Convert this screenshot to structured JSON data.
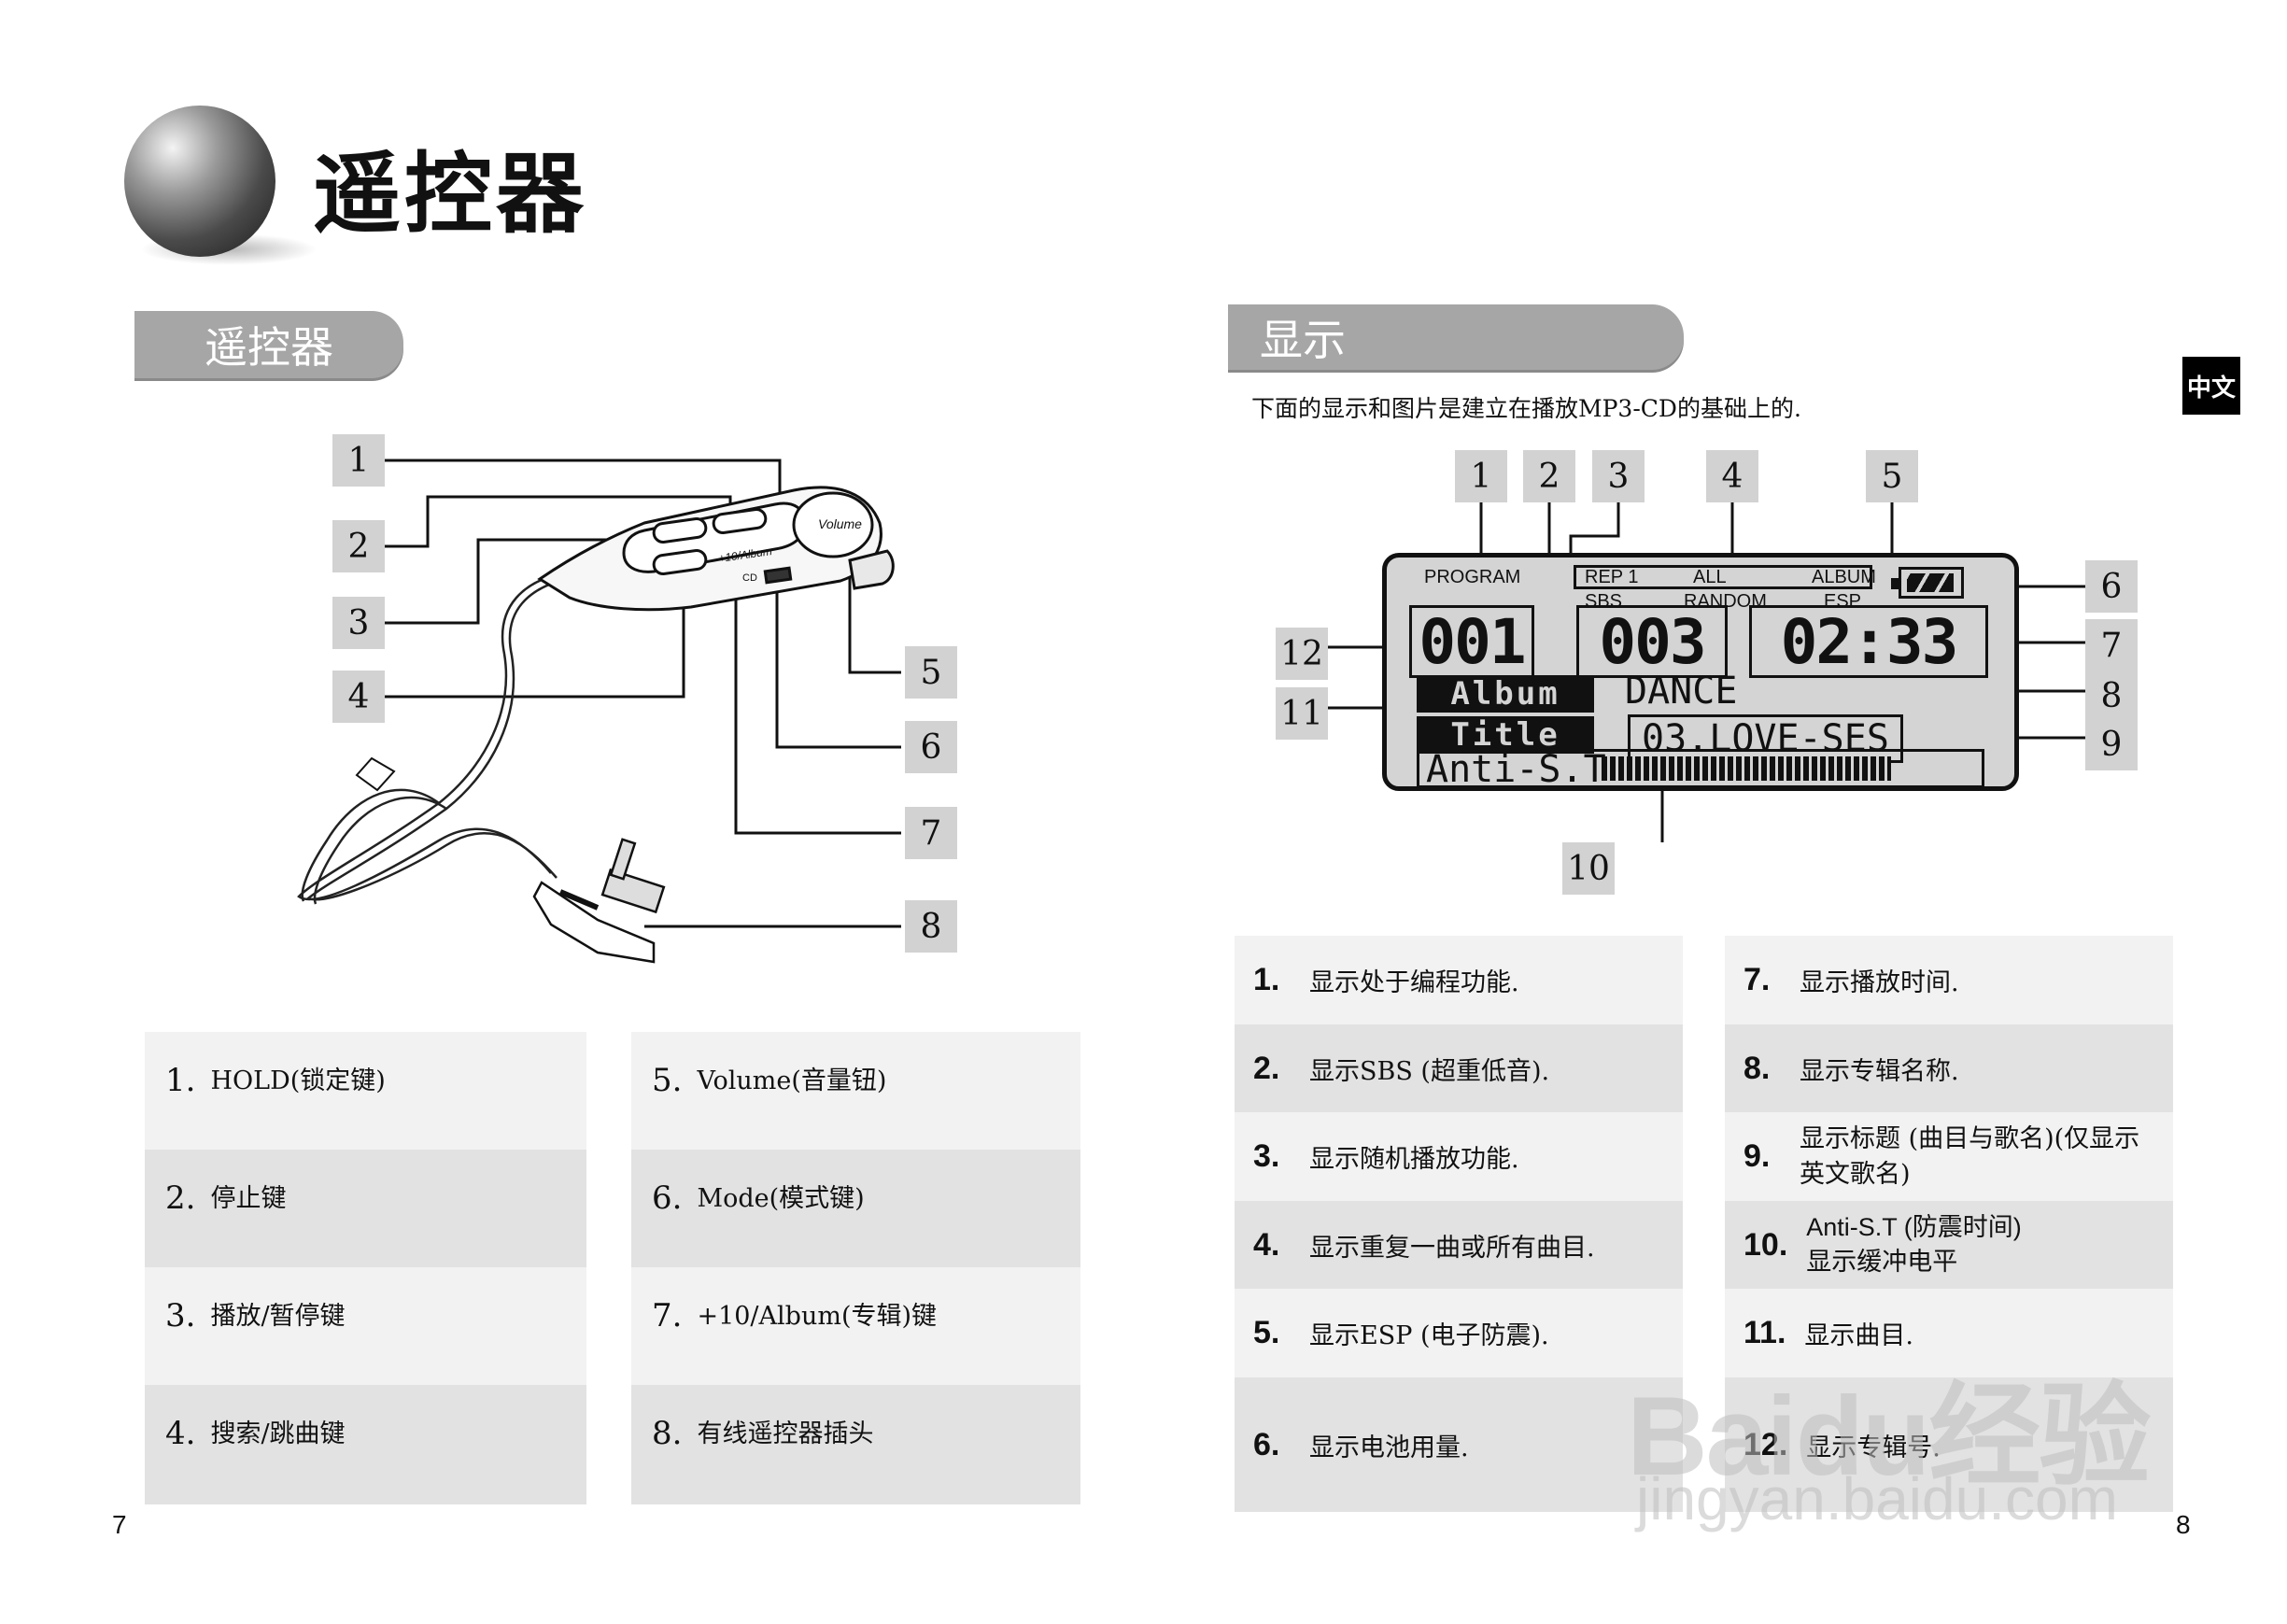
{
  "left_page": {
    "title": "遥控器",
    "section_label": "遥控器",
    "callouts": [
      "1",
      "2",
      "3",
      "4",
      "5",
      "6",
      "7",
      "8"
    ],
    "device_labels": {
      "volume": "Volume",
      "album": "+10/Album",
      "cd": "CD"
    },
    "items": [
      {
        "num": "1.",
        "text": "HOLD(锁定键)"
      },
      {
        "num": "2.",
        "text": "停止键"
      },
      {
        "num": "3.",
        "text": "播放/暂停键"
      },
      {
        "num": "4.",
        "text": "搜索/跳曲键"
      },
      {
        "num": "5.",
        "text": "Volume(音量钮)"
      },
      {
        "num": "6.",
        "text": "Mode(模式键)"
      },
      {
        "num": "7.",
        "text": "+10/Album(专辑)键"
      },
      {
        "num": "8.",
        "text": "有线遥控器插头"
      }
    ],
    "page_number": "7"
  },
  "right_page": {
    "section_label": "显示",
    "lang_tab": "中文",
    "intro": "下面的显示和图片是建立在播放MP3-CD的基础上的.",
    "callouts": [
      "1",
      "2",
      "3",
      "4",
      "5",
      "6",
      "7",
      "8",
      "9",
      "10",
      "11",
      "12"
    ],
    "lcd": {
      "program": "PROGRAM",
      "rep1": "REP 1",
      "all": "ALL",
      "album": "ALBUM",
      "sbs": "SBS",
      "random": "RANDOM",
      "esp": "ESP",
      "album_no": "001",
      "track_no": "003",
      "time": "02:33",
      "album_tag": "Album",
      "title_tag": "Title",
      "album_name": "DANCE",
      "title_name": "03.LOVE-SES",
      "anti_st": "Anti-S.T"
    },
    "items": [
      {
        "num": "1.",
        "text": "显示处于编程功能."
      },
      {
        "num": "2.",
        "text": "显示SBS (超重低音)."
      },
      {
        "num": "3.",
        "text": "显示随机播放功能."
      },
      {
        "num": "4.",
        "text": "显示重复一曲或所有曲目."
      },
      {
        "num": "5.",
        "text": "显示ESP (电子防震)."
      },
      {
        "num": "6.",
        "text": "显示电池用量."
      },
      {
        "num": "7.",
        "text": "显示播放时间."
      },
      {
        "num": "8.",
        "text": "显示专辑名称."
      },
      {
        "num": "9.",
        "text": "显示标题 (曲目与歌名)(仅显示英文歌名)"
      },
      {
        "num": "10.",
        "text": "Anti-S.T (防震时间)",
        "text2": "显示缓冲电平"
      },
      {
        "num": "11.",
        "text": "显示曲目."
      },
      {
        "num": "12.",
        "text": "显示专辑号."
      }
    ],
    "page_number": "8"
  },
  "watermark": {
    "brand": "Baidu经验",
    "url": "jingyan.baidu.com"
  }
}
